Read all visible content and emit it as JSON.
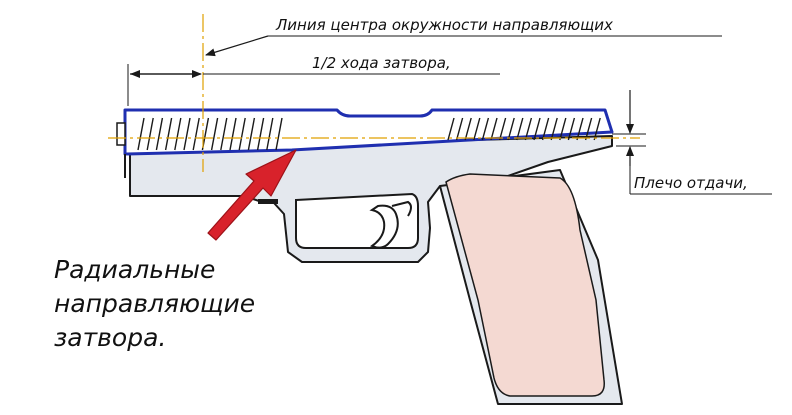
{
  "labels": {
    "guide_center_line": "Линия центра окружности направляющих",
    "half_stroke": "1/2 хода затвора,",
    "recoil_arm": "Плечо отдачи,",
    "radial_guides_line1": "Радиальные",
    "radial_guides_line2": "направляющие",
    "radial_guides_line3": "затвора."
  },
  "colors": {
    "outline": "#1a1a1a",
    "frame_fill": "#e4e8ee",
    "slide_outline": "#1f2fb0",
    "grip_fill": "#f4d9d2",
    "center_line": "#e0a000",
    "arrow_fill": "#d8222b",
    "arrow_stroke": "#9c1218"
  }
}
